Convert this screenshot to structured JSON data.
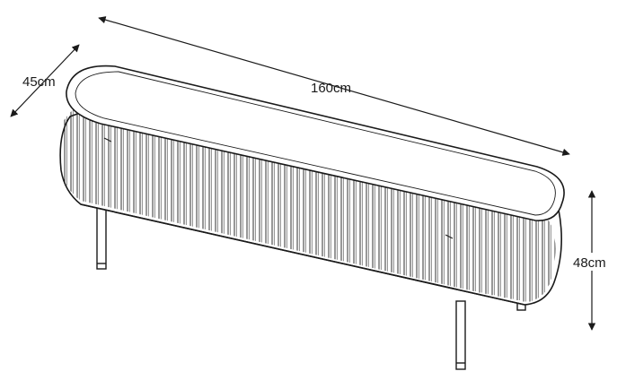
{
  "dimensions": {
    "length": "160cm",
    "depth": "45cm",
    "height": "48cm"
  },
  "colors": {
    "line": "#1a1a1a",
    "watermark": "#e6e6e6",
    "background": "#ffffff"
  },
  "icons": {
    "watermark": "download-arrow-watermark-icon"
  }
}
